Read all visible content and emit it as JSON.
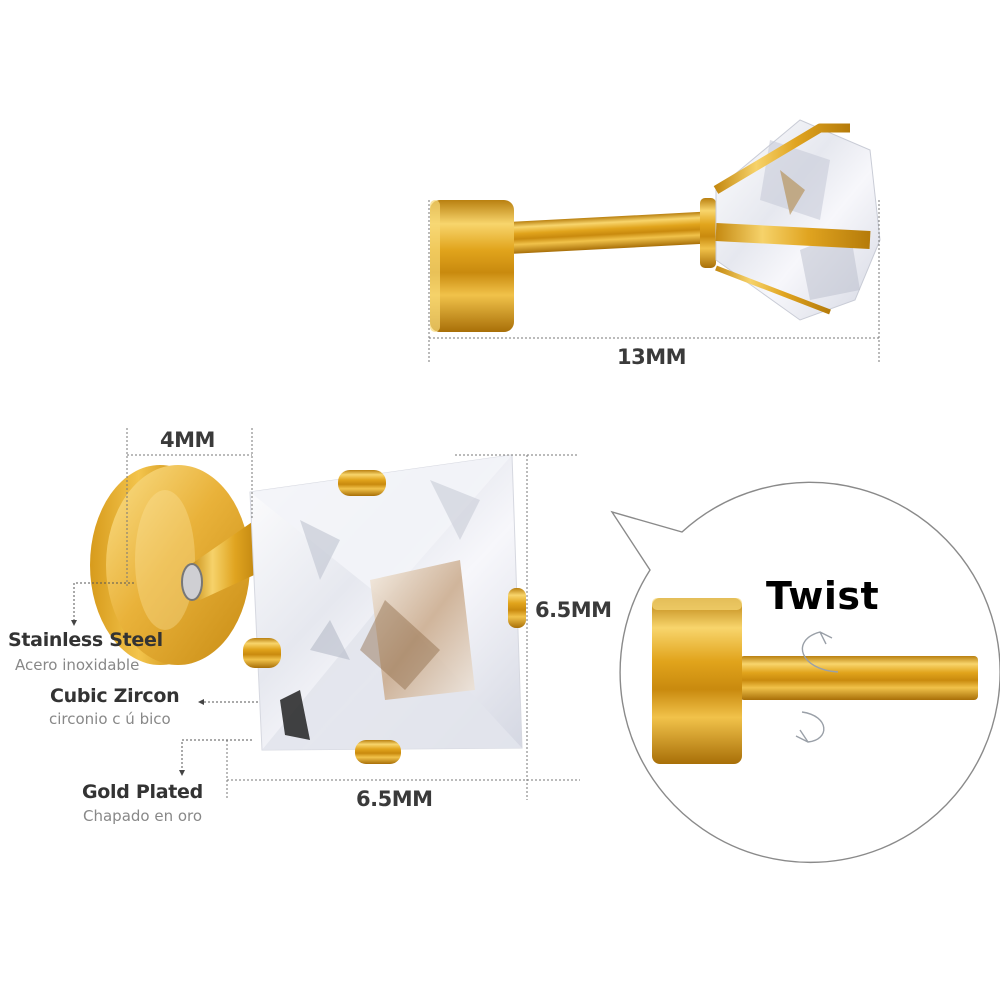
{
  "dimensions": {
    "total_length": "13MM",
    "back_diameter": "4MM",
    "stone_height": "6.5MM",
    "stone_width": "6.5MM"
  },
  "callouts": [
    {
      "title": "Stainless Steel",
      "subtitle": "Acero inoxidable"
    },
    {
      "title": "Cubic Zircon",
      "subtitle": "circonio c ú bico"
    },
    {
      "title": "Gold Plated",
      "subtitle": "Chapado en oro"
    }
  ],
  "detail_bubble": {
    "label": "Twist",
    "icon": "rotate-arrows-icon"
  },
  "colors": {
    "gold_light": "#f7d36a",
    "gold_mid": "#e3a81d",
    "gold_dark": "#b97d0b",
    "dim_line": "#777777",
    "text_dark": "#333333",
    "text_sub": "#888888"
  }
}
